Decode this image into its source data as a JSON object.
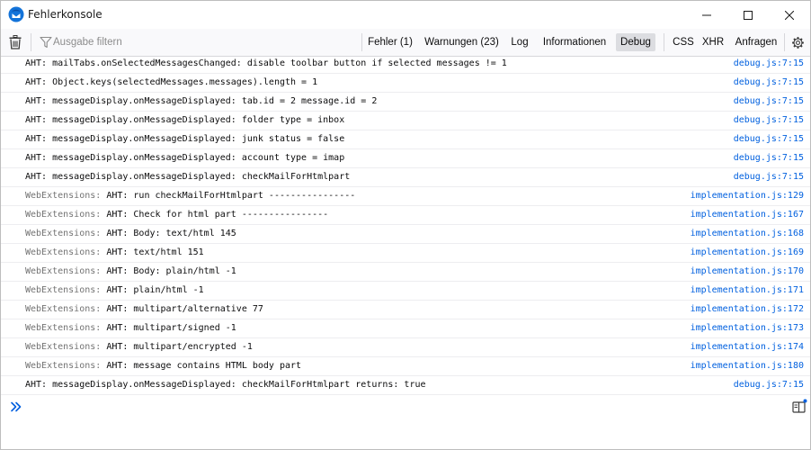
{
  "window": {
    "title": "Fehlerkonsole"
  },
  "toolbar": {
    "filter_placeholder": "Ausgabe filtern",
    "filters": [
      {
        "label": "Fehler (1)",
        "active": false
      },
      {
        "label": "Warnungen (23)",
        "active": false
      },
      {
        "label": "Log",
        "active": false
      },
      {
        "label": "Informationen",
        "active": false
      },
      {
        "label": "Debug",
        "active": true
      },
      {
        "label": "CSS",
        "active": false
      },
      {
        "label": "XHR",
        "active": false
      },
      {
        "label": "Anfragen",
        "active": false
      }
    ]
  },
  "log": [
    {
      "prefix": "",
      "text": "AHT: mailTabs.onSelectedMessagesChanged: disable toolbar button if selected messages != 1",
      "source": "debug.js:7:15"
    },
    {
      "prefix": "",
      "text": "AHT: Object.keys(selectedMessages.messages).length = 1",
      "source": "debug.js:7:15"
    },
    {
      "prefix": "",
      "text": "AHT: messageDisplay.onMessageDisplayed: tab.id = 2 message.id = 2",
      "source": "debug.js:7:15"
    },
    {
      "prefix": "",
      "text": "AHT: messageDisplay.onMessageDisplayed: folder type = inbox",
      "source": "debug.js:7:15"
    },
    {
      "prefix": "",
      "text": "AHT: messageDisplay.onMessageDisplayed: junk status = false",
      "source": "debug.js:7:15"
    },
    {
      "prefix": "",
      "text": "AHT: messageDisplay.onMessageDisplayed: account type = imap",
      "source": "debug.js:7:15"
    },
    {
      "prefix": "",
      "text": "AHT: messageDisplay.onMessageDisplayed: checkMailForHtmlpart",
      "source": "debug.js:7:15"
    },
    {
      "prefix": "WebExtensions: ",
      "text": "AHT: run checkMailForHtmlpart ----------------",
      "source": "implementation.js:129"
    },
    {
      "prefix": "WebExtensions: ",
      "text": "AHT: Check for html part ----------------",
      "source": "implementation.js:167"
    },
    {
      "prefix": "WebExtensions: ",
      "text": "AHT: Body: text/html 145",
      "source": "implementation.js:168"
    },
    {
      "prefix": "WebExtensions: ",
      "text": "AHT: text/html 151",
      "source": "implementation.js:169"
    },
    {
      "prefix": "WebExtensions: ",
      "text": "AHT: Body: plain/html -1",
      "source": "implementation.js:170"
    },
    {
      "prefix": "WebExtensions: ",
      "text": "AHT: plain/html -1",
      "source": "implementation.js:171"
    },
    {
      "prefix": "WebExtensions: ",
      "text": "AHT: multipart/alternative 77",
      "source": "implementation.js:172"
    },
    {
      "prefix": "WebExtensions: ",
      "text": "AHT: multipart/signed -1",
      "source": "implementation.js:173"
    },
    {
      "prefix": "WebExtensions: ",
      "text": "AHT: multipart/encrypted -1",
      "source": "implementation.js:174"
    },
    {
      "prefix": "WebExtensions: ",
      "text": "AHT: message contains HTML body part",
      "source": "implementation.js:180"
    },
    {
      "prefix": "",
      "text": "AHT: messageDisplay.onMessageDisplayed: checkMailForHtmlpart returns: true",
      "source": "debug.js:7:15"
    }
  ],
  "icons": {
    "app": "thunderbird-icon",
    "trash": "trash-icon",
    "filter": "filter-icon",
    "settings": "gear-icon",
    "prompt": "chevron-double-right-icon",
    "editor": "editor-mode-icon"
  },
  "colors": {
    "link": "#0060df",
    "prefix": "#737373",
    "active_filter_bg": "#dcdde1",
    "prompt": "#0060df"
  }
}
